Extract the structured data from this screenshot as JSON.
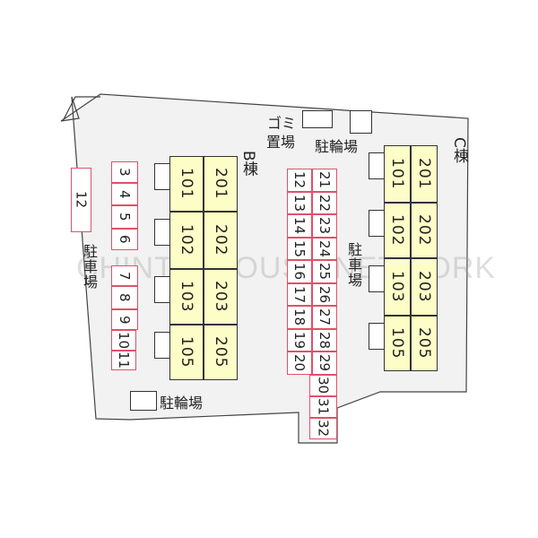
{
  "watermark": "CHINTAI HOUSE NETWORK",
  "building_b": {
    "label": "B棟",
    "units_left": [
      "101",
      "102",
      "103",
      "105"
    ],
    "units_right": [
      "201",
      "202",
      "203",
      "205"
    ]
  },
  "building_c": {
    "label": "C棟",
    "units_left": [
      "101",
      "102",
      "103",
      "105"
    ],
    "units_right": [
      "201",
      "202",
      "203",
      "205"
    ]
  },
  "garbage": {
    "line1": "ゴミ",
    "line2": "置場"
  },
  "bicycle_top": "駐輪場",
  "bicycle_bottom": "駐輪場",
  "parking_label_left": "駐車場",
  "parking_label_right": "駐車場",
  "parking": {
    "far_left": [
      "12"
    ],
    "left_column": [
      "3",
      "4",
      "5",
      "6",
      "7",
      "8",
      "9",
      "10",
      "11"
    ],
    "center_left": [
      "21",
      "22",
      "23",
      "24",
      "25",
      "26",
      "27",
      "28",
      "29"
    ],
    "center_right": [
      "12",
      "13",
      "14",
      "15",
      "16",
      "17",
      "18",
      "19",
      "20"
    ],
    "center_bottom": [
      "30",
      "31",
      "32"
    ]
  },
  "colors": {
    "ground": "#f2f2f2",
    "building": "#fdfdc8",
    "parking_border": "#e0506a",
    "outline": "#333333"
  }
}
